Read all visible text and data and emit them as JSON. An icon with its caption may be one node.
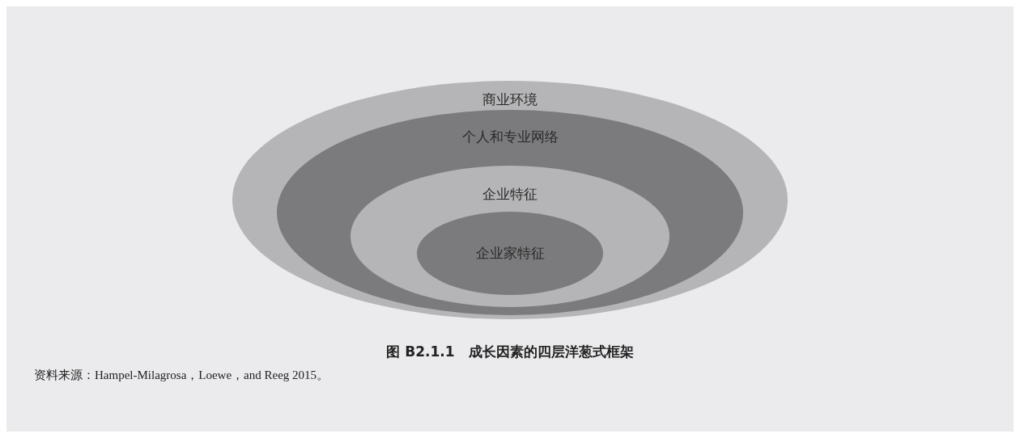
{
  "diagram": {
    "title": "图 B2.1.1　成长因素的四层洋葱式框架",
    "caption": "资料来源：Hampel-Milagrosa，Loewe，and Reeg 2015。",
    "nodes": [
      {
        "text": [
          "商业环境"
        ]
      },
      {
        "text": [
          "个人和专业网络"
        ],
        "in": 0
      },
      {
        "text": [
          "企业特征"
        ],
        "in": 1
      },
      {
        "text": [
          "企业家特征"
        ],
        "in": 2
      }
    ]
  }
}
